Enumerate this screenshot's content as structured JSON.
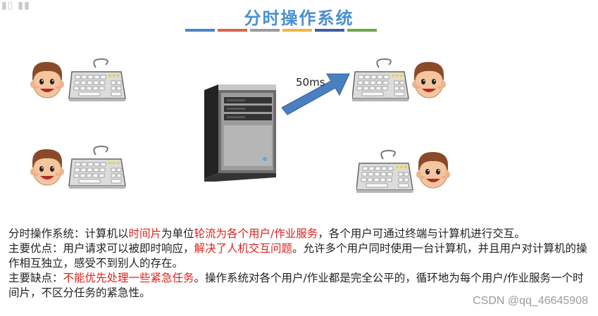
{
  "header": {
    "title": "分时操作系统",
    "stripe_colors": [
      "#4a86c5",
      "#d9664a",
      "#9b9b9b",
      "#f0b840",
      "#3c5fa3",
      "#6da84a"
    ]
  },
  "diagram": {
    "arrow_label": "50ms",
    "icons": [
      "user-face-icon",
      "keyboard-icon",
      "server-tower-icon",
      "arrow-icon"
    ]
  },
  "description": {
    "line1": {
      "p1": "分时操作系统：计算机以",
      "h1": "时间片",
      "p2": "为单位",
      "h2": "轮流为各个用户/作业服务",
      "p3": "，各个用户可通过终端与计算机进行交互。"
    },
    "line2": {
      "p1": "主要优点：用户请求可以被即时响应，",
      "h1": "解决了人机交互问题",
      "p2": "。允许多个用户同时使用一台计算机，并且用户对计算机的操作相互独立，感受不到别人的存在。"
    },
    "line3": {
      "p1": "主要缺点：",
      "h1": "不能优先处理一些紧急任务",
      "p2": "。操作系统对各个用户/作业都是完全公平的，循环地为每个用户/作业服务一个时间片，不区分任务的紧急性。"
    }
  },
  "watermark": "CSDN @qq_46645908",
  "colors": {
    "highlight": "#e0201c",
    "title": "#4a8fd1",
    "arrow": "#4a7fc1"
  }
}
